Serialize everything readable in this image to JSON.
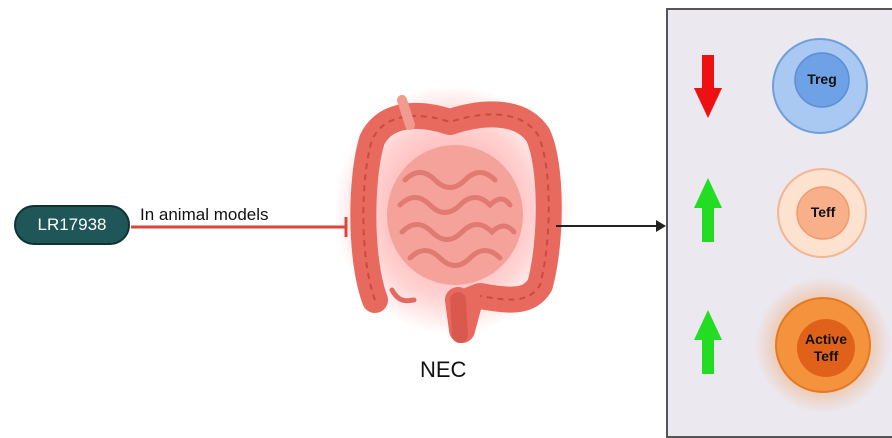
{
  "compound": {
    "label": "LR17938"
  },
  "inhibition": {
    "label": "In animal models"
  },
  "organ": {
    "label": "NEC"
  },
  "effects": [
    {
      "direction": "down",
      "color": "#ee1111",
      "cell": "Treg"
    },
    {
      "direction": "up",
      "color": "#22dd22",
      "cell": "Teff"
    },
    {
      "direction": "up",
      "color": "#22dd22",
      "cell": "Active\nTeff"
    }
  ],
  "colors": {
    "pill": "#1f5657",
    "inhibition_line": "#d9463b",
    "treg_outer": "#a9c9f2",
    "treg_inner": "#6fa1e6",
    "teff_outer": "#fde2cf",
    "teff_inner": "#f8b08a",
    "active_outer": "#f5923e",
    "active_inner": "#e0621a"
  }
}
